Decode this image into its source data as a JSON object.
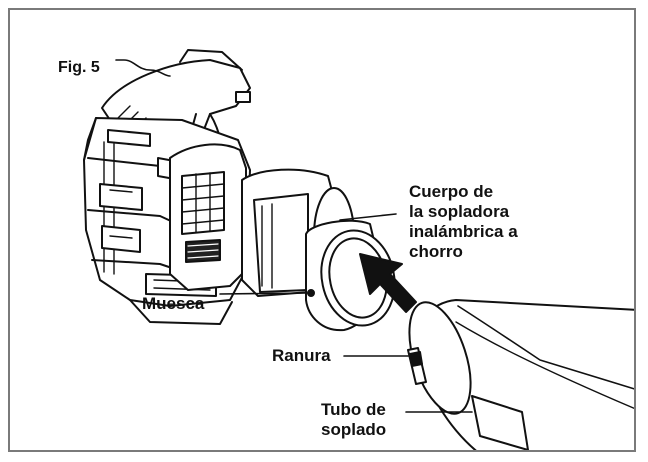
{
  "figure": {
    "fig_label": "Fig. 5",
    "labels": {
      "body_line1": "Cuerpo de",
      "body_line2": "la sopladora",
      "body_line3": "inalámbrica a",
      "body_line4": "chorro",
      "notch": "Muesca",
      "slot": "Ranura",
      "tube_line1": "Tubo de",
      "tube_line2": "soplado"
    },
    "colors": {
      "ink": "#111111",
      "frame": "#7a7a7a",
      "paper": "#ffffff"
    }
  }
}
